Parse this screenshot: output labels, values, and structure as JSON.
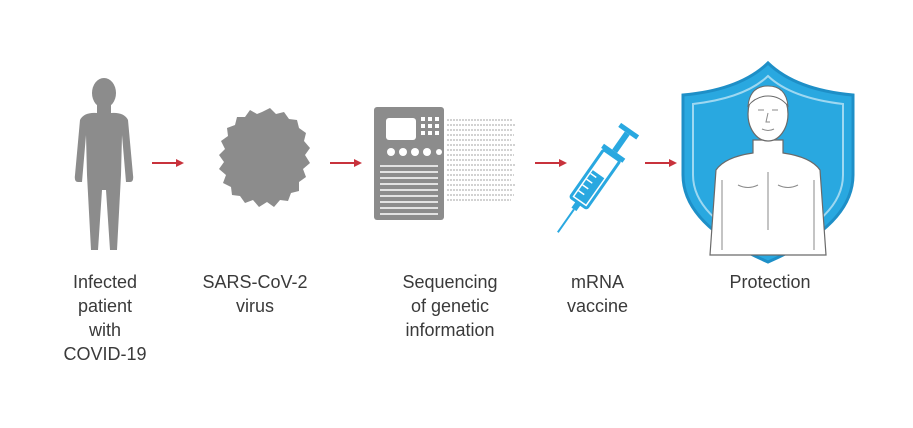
{
  "steps": [
    {
      "label": "Infected\npatient\nwith\nCOVID-19",
      "icon": "human-silhouette-icon"
    },
    {
      "label": "SARS-CoV-2\nvirus",
      "icon": "virus-icon"
    },
    {
      "label": "Sequencing\nof genetic\ninformation",
      "icon": "sequencer-machine-icon"
    },
    {
      "label": "mRNA\nvaccine",
      "icon": "syringe-icon"
    },
    {
      "label": "Protection",
      "icon": "shielded-person-icon"
    }
  ],
  "colors": {
    "gray": "#8c8c8c",
    "arrow": "#c8323c",
    "shield": "#29a8e0",
    "shield_border": "#1e8fc7",
    "text": "#3a3a3a"
  }
}
